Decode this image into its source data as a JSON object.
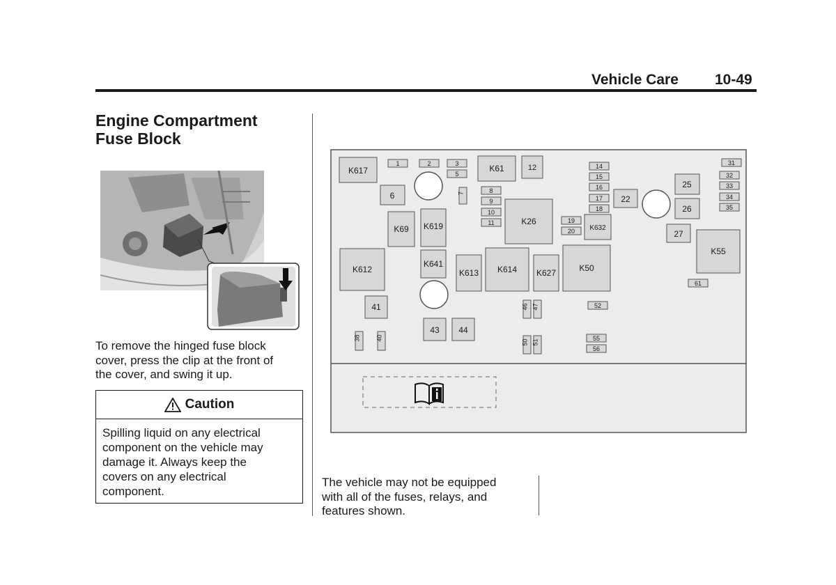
{
  "header": {
    "section": "Vehicle Care",
    "page": "10-49"
  },
  "title_lines": [
    "Engine Compartment",
    "Fuse Block"
  ],
  "remove_instructions": [
    "To remove the hinged fuse block",
    "cover, press the clip at the front of",
    "the cover, and swing it up."
  ],
  "caution": {
    "title": "Caution",
    "body_lines": [
      "Spilling liquid on any electrical",
      "component on the vehicle may",
      "damage it. Always keep the",
      "covers on any electrical",
      "component."
    ]
  },
  "note_lines": [
    "The vehicle may not be equipped",
    "with all of the fuses, relays, and",
    "features shown."
  ],
  "diagram_labels": {
    "k617": "K617",
    "f1": "1",
    "f2": "2",
    "f3": "3",
    "f5": "5",
    "k61": "K61",
    "f12": "12",
    "f14": "14",
    "f15": "15",
    "f16": "16",
    "f17": "17",
    "f18": "18",
    "f31": "31",
    "f32": "32",
    "f33": "33",
    "f34": "34",
    "f35": "35",
    "f6": "6",
    "f7": "7",
    "f8": "8",
    "f9": "9",
    "f10": "10",
    "f11": "11",
    "k26": "K26",
    "f19": "19",
    "f20": "20",
    "k632": "K632",
    "f22": "22",
    "f25": "25",
    "f26": "26",
    "f27": "27",
    "k69": "K69",
    "k619": "K619",
    "k55": "K55",
    "k612": "K612",
    "k641": "K641",
    "k613": "K613",
    "k614": "K614",
    "k627": "K627",
    "k50": "K50",
    "f61": "61",
    "f41": "41",
    "f46": "46",
    "f47": "47",
    "f52": "52",
    "f43": "43",
    "f44": "44",
    "f38": "38",
    "f40": "40",
    "f50": "50",
    "f51": "51",
    "f55": "55",
    "f56": "56"
  }
}
